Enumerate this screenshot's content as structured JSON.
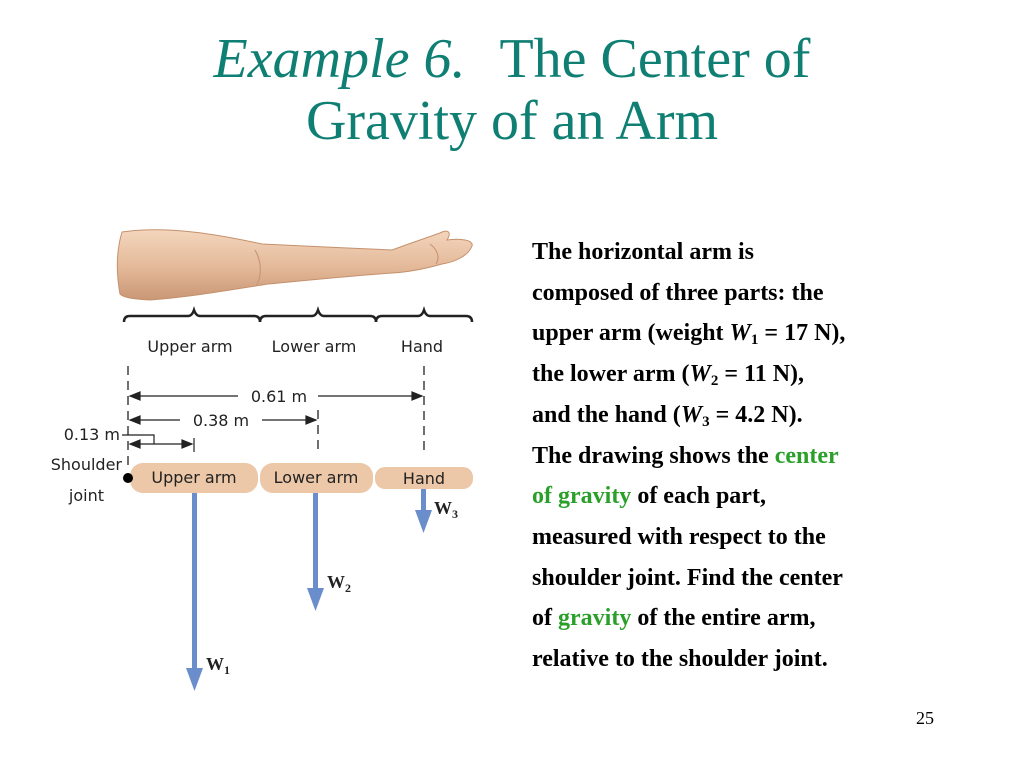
{
  "title": {
    "lead": "Example 6.",
    "line1": "The Center of",
    "line2": "Gravity of an Arm"
  },
  "diagram": {
    "brace_labels": [
      "Upper arm",
      "Lower arm",
      "Hand"
    ],
    "dim_061": "0.61 m",
    "dim_038": "0.38 m",
    "dim_013": "0.13 m",
    "shoulder_label": "Shoulder",
    "joint_label": "joint",
    "segments": [
      "Upper arm",
      "Lower arm",
      "Hand"
    ],
    "weights": [
      {
        "symbol": "W",
        "sub": "1"
      },
      {
        "symbol": "W",
        "sub": "2"
      },
      {
        "symbol": "W",
        "sub": "3"
      }
    ]
  },
  "text": {
    "l1": "The horizontal arm is",
    "l2": "composed of three parts: the",
    "l3a": "upper arm (weight ",
    "l3v": "W",
    "l3s": "1",
    "l3b": " = 17 N),",
    "l4a": "the lower arm (",
    "l4v": "W",
    "l4s": "2",
    "l4b": " = 11 N),",
    "l5a": "and the hand (",
    "l5v": "W",
    "l5s": "3",
    "l5b": " = 4.2 N).",
    "l6a": "The drawing shows the ",
    "l6g": "center",
    "l7g": "of gravity",
    "l7b": " of each part,",
    "l8": "measured with respect to the",
    "l9": "shoulder joint. Find the center",
    "l10a": "of ",
    "l10g": "gravity",
    "l10b": " of the entire arm,",
    "l11": "relative to the shoulder joint."
  },
  "page_number": "25",
  "colors": {
    "title": "#0f7f74",
    "highlight": "#2aa02a",
    "arrow": "#6a8ecb",
    "segment": "#ecc7a8",
    "skin": "#e3b898"
  }
}
